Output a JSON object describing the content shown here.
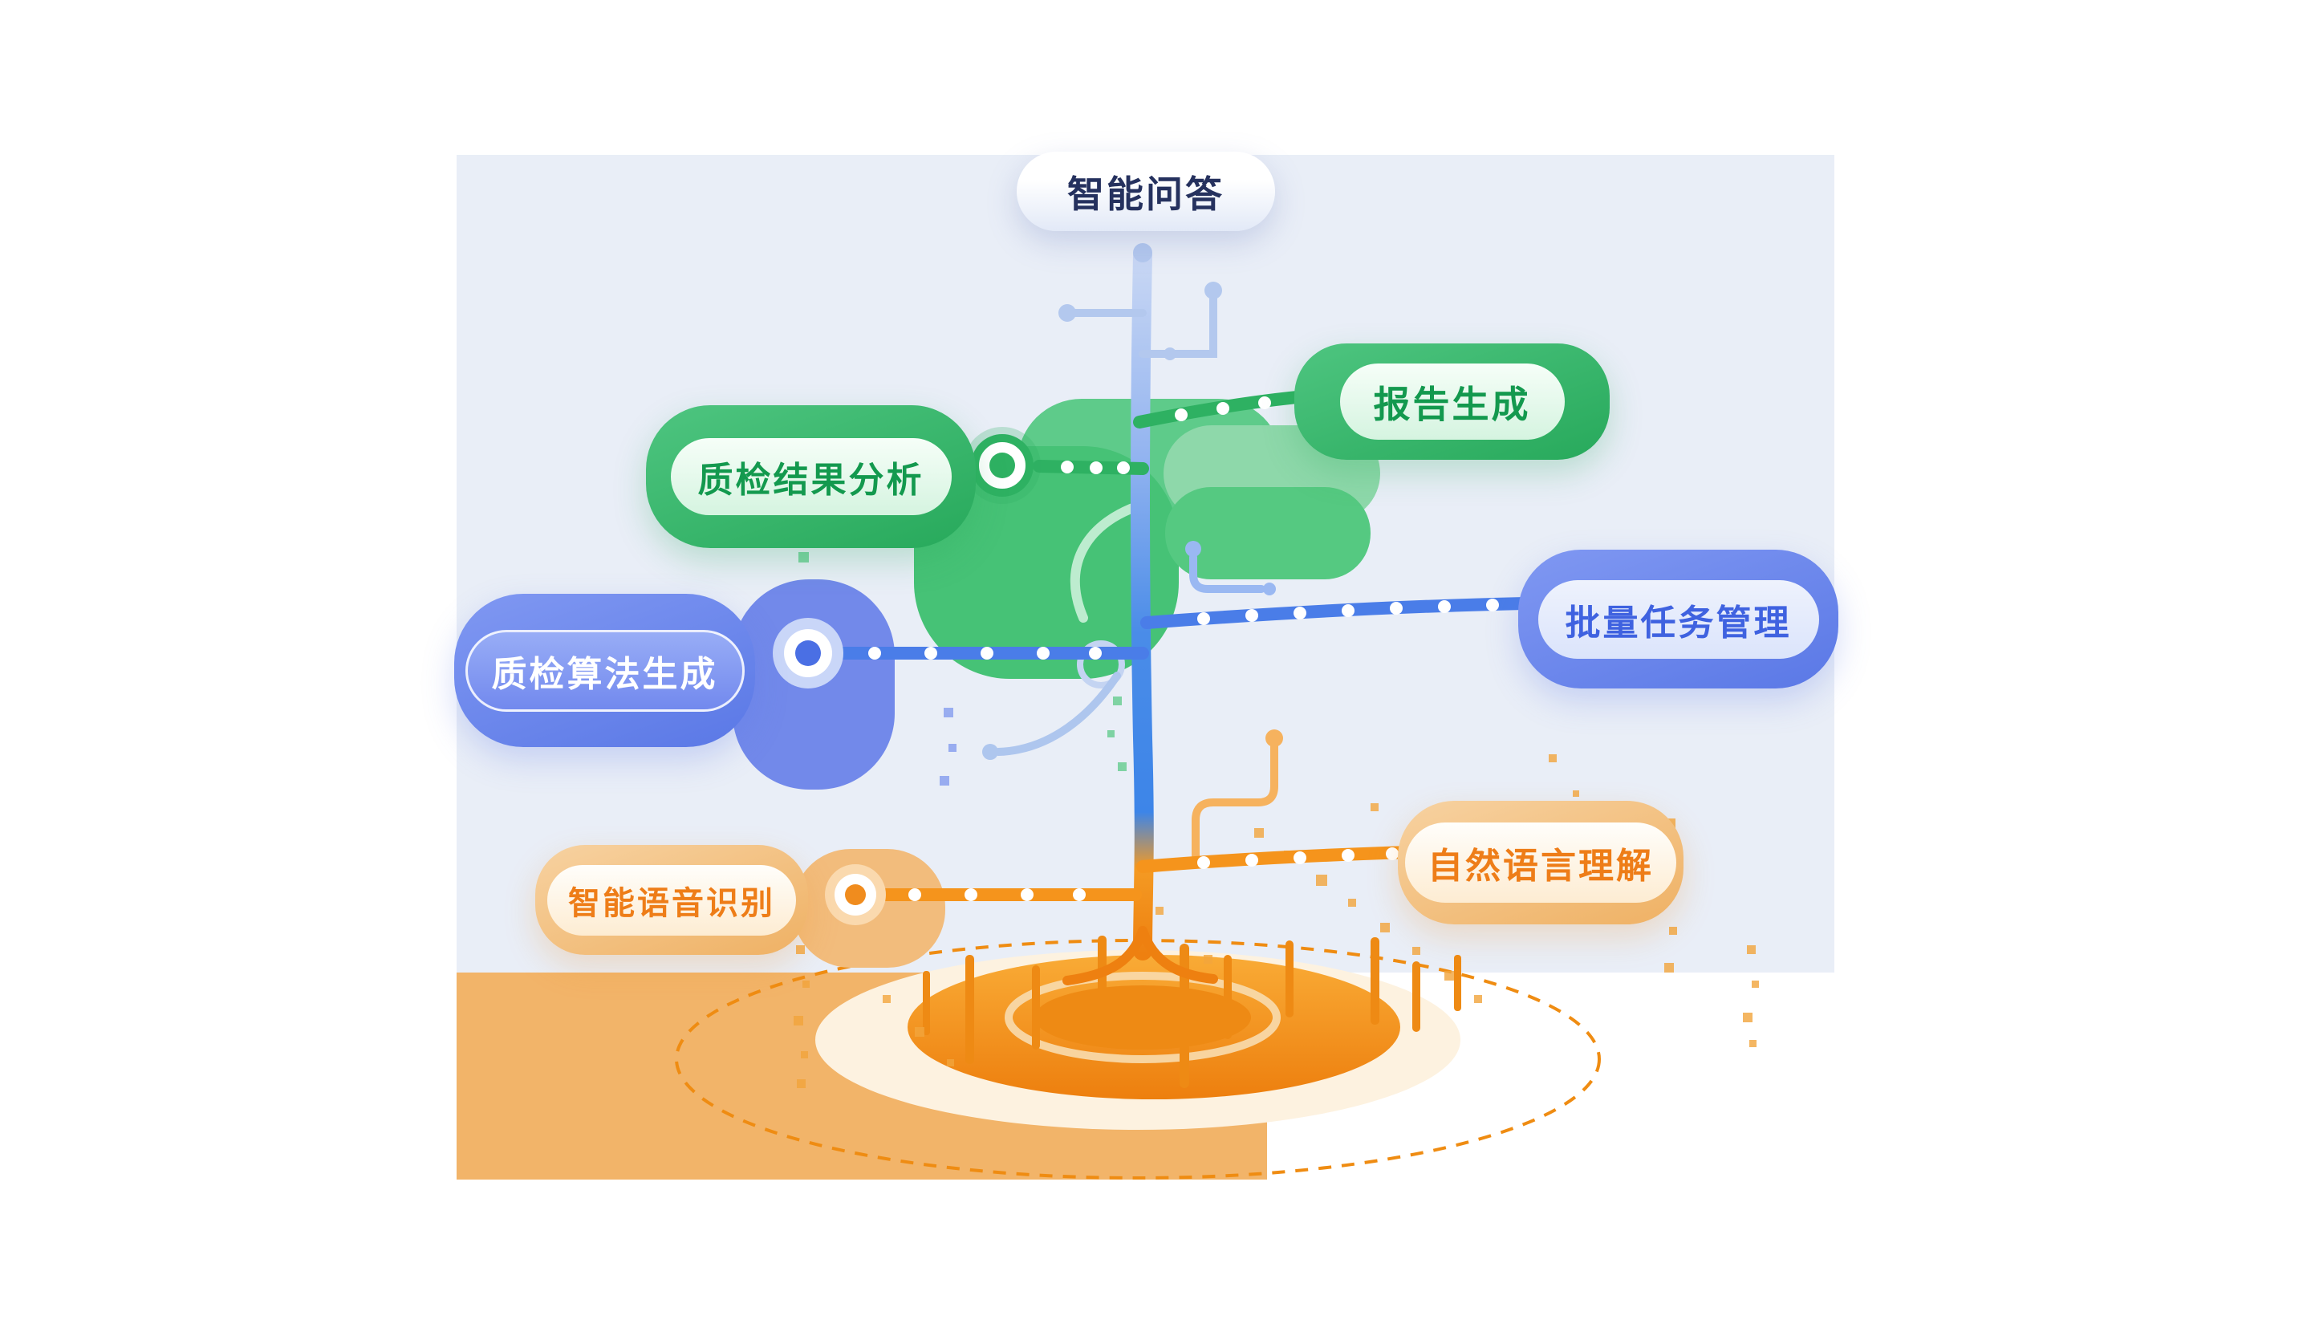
{
  "diagram": {
    "description": "AI quality-inspection capability tree",
    "colors": {
      "canvas_background": "#e9eef7",
      "ground": "#f2b469",
      "green": "#2eb162",
      "green_foliage_light": "#8ed8aa",
      "blue": "#4a7de8",
      "blue_node": "#5a78e6",
      "orange": "#f08c1e",
      "orange_node_light": "#f2bc7c",
      "trunk_top_blue": "#cddaf4",
      "navy_text": "#25315e"
    },
    "nodes": [
      {
        "id": "qa",
        "label": "智能问答",
        "theme": "plain"
      },
      {
        "id": "report",
        "label": "报告生成",
        "theme": "green"
      },
      {
        "id": "analysis",
        "label": "质检结果分析",
        "theme": "green"
      },
      {
        "id": "batch",
        "label": "批量任务管理",
        "theme": "blue"
      },
      {
        "id": "algo",
        "label": "质检算法生成",
        "theme": "blue"
      },
      {
        "id": "nlu",
        "label": "自然语言理解",
        "theme": "orange"
      },
      {
        "id": "asr",
        "label": "智能语音识别",
        "theme": "orange"
      }
    ]
  }
}
